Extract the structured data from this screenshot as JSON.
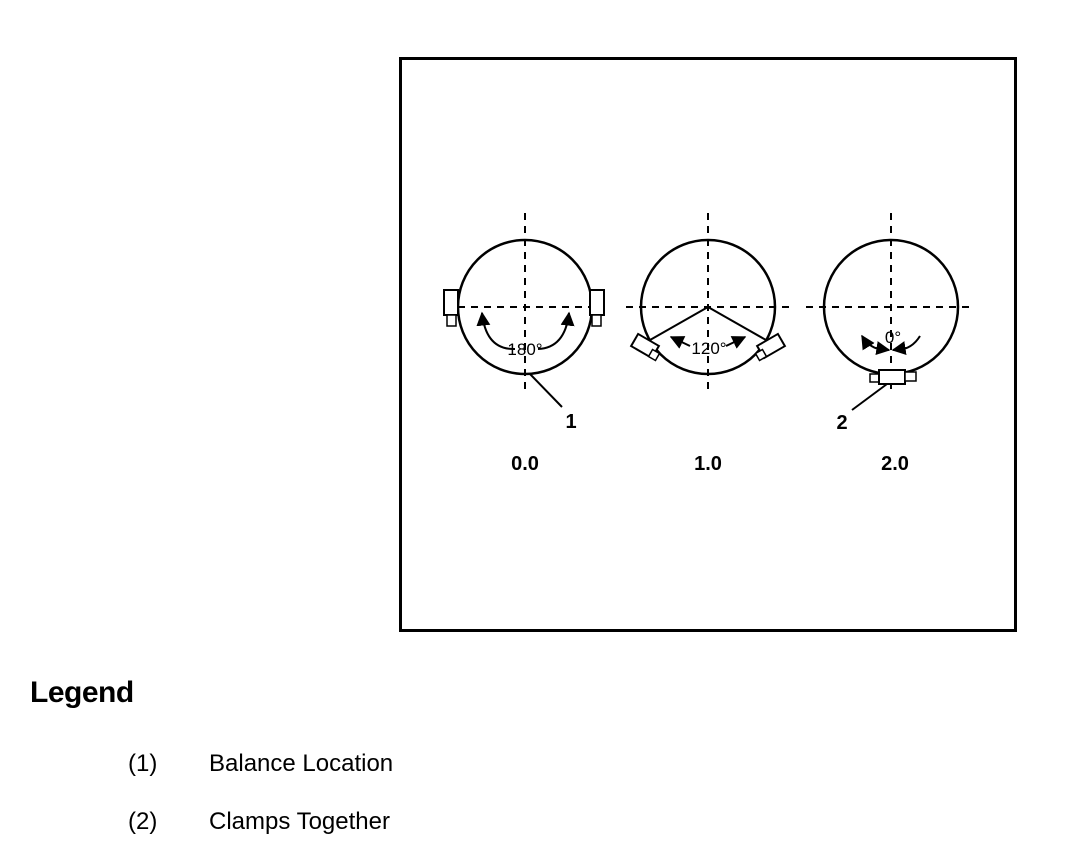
{
  "diagram": {
    "positions": [
      {
        "label": "0.0",
        "angle_text": "180°",
        "callout": "1"
      },
      {
        "label": "1.0",
        "angle_text": "120°"
      },
      {
        "label": "2.0",
        "angle_text": "0°",
        "callout": "2"
      }
    ]
  },
  "legend": {
    "title": "Legend",
    "items": [
      {
        "number": "(1)",
        "text": "Balance Location"
      },
      {
        "number": "(2)",
        "text": "Clamps Together"
      }
    ]
  }
}
